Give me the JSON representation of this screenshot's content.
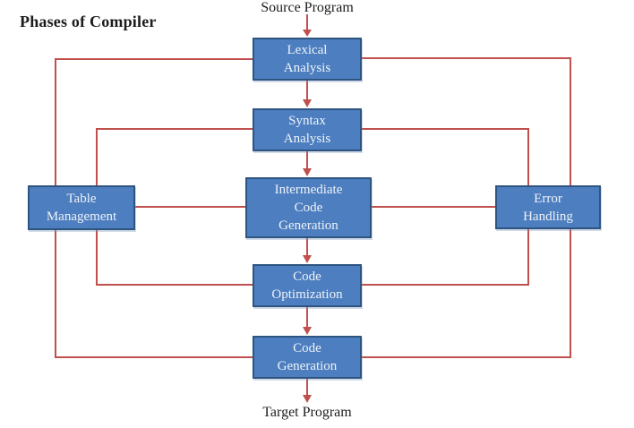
{
  "title": "Phases of Compiler",
  "labels": {
    "source": "Source Program",
    "target": "Target Program"
  },
  "nodes": {
    "lexical": {
      "lines": [
        "Lexical",
        "Analysis"
      ]
    },
    "syntax": {
      "lines": [
        "Syntax",
        "Analysis"
      ]
    },
    "icg": {
      "lines": [
        "Intermediate",
        "Code",
        "Generation"
      ]
    },
    "codeopt": {
      "lines": [
        "Code",
        "Optimization"
      ]
    },
    "codegen": {
      "lines": [
        "Code",
        "Generation"
      ]
    },
    "table": {
      "lines": [
        "Table",
        "Management"
      ]
    },
    "error": {
      "lines": [
        "Error",
        "Handling"
      ]
    }
  },
  "edges": [
    {
      "from": "source-program",
      "to": "lexical-analysis",
      "arrow": true
    },
    {
      "from": "lexical-analysis",
      "to": "syntax-analysis",
      "arrow": true
    },
    {
      "from": "syntax-analysis",
      "to": "intermediate-code-generation",
      "arrow": true
    },
    {
      "from": "intermediate-code-generation",
      "to": "code-optimization",
      "arrow": true
    },
    {
      "from": "code-optimization",
      "to": "code-generation",
      "arrow": true
    },
    {
      "from": "code-generation",
      "to": "target-program",
      "arrow": true
    },
    {
      "from": "lexical-analysis",
      "to": "table-management",
      "arrow": false
    },
    {
      "from": "syntax-analysis",
      "to": "table-management",
      "arrow": false
    },
    {
      "from": "lexical-analysis",
      "to": "error-handling",
      "arrow": false
    },
    {
      "from": "syntax-analysis",
      "to": "error-handling",
      "arrow": false
    },
    {
      "from": "table-management",
      "to": "intermediate-code-generation",
      "arrow": false
    },
    {
      "from": "intermediate-code-generation",
      "to": "error-handling",
      "arrow": false
    },
    {
      "from": "table-management",
      "to": "code-optimization",
      "arrow": false
    },
    {
      "from": "table-management",
      "to": "code-generation",
      "arrow": false
    },
    {
      "from": "error-handling",
      "to": "code-optimization",
      "arrow": false
    },
    {
      "from": "error-handling",
      "to": "code-generation",
      "arrow": false
    }
  ],
  "colors": {
    "box_fill": "#4d7ebf",
    "box_border": "#2e5480",
    "connector": "#c0504d",
    "box_text": "#eef3f9",
    "label_text": "#1c1c1c",
    "page_bg": "#ffffff"
  }
}
